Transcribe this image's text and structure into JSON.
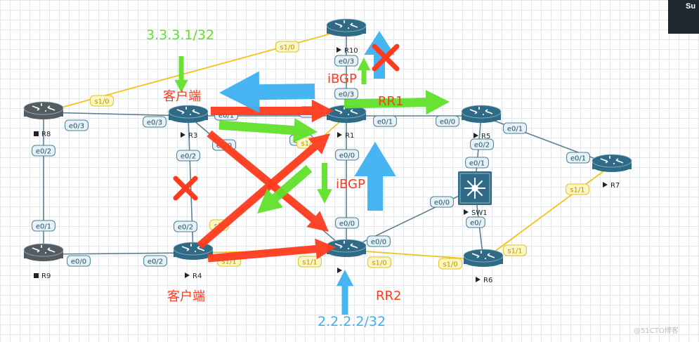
{
  "panel": {
    "text": "Su"
  },
  "watermark": {
    "text": "@51CTO博客"
  },
  "colors": {
    "link": "#5f7f8f",
    "serial_link": "#f2c318",
    "router_body": "#2f6b86",
    "router_body_gray": "#555c61",
    "red": "#ff3b1d",
    "green": "#5fe02a",
    "blue": "#3eb1f2",
    "port_fill": "#e6f2f7",
    "port_stroke": "#4a7d93",
    "serial_port_fill": "#fbf6c8",
    "serial_port_stroke": "#e5c21b"
  },
  "nodes": [
    {
      "id": "R10",
      "label": "R10",
      "icon": "router-icon",
      "state": "running"
    },
    {
      "id": "R1",
      "label": "R1",
      "icon": "router-icon",
      "state": "running"
    },
    {
      "id": "R5",
      "label": "R5",
      "icon": "router-icon",
      "state": "running"
    },
    {
      "id": "R7",
      "label": "R7",
      "icon": "router-icon",
      "state": "running"
    },
    {
      "id": "R8",
      "label": "R8",
      "icon": "router-icon",
      "state": "stopped"
    },
    {
      "id": "R3",
      "label": "R3",
      "icon": "router-icon",
      "state": "running"
    },
    {
      "id": "R4",
      "label": "R4",
      "icon": "router-icon",
      "state": "running"
    },
    {
      "id": "R9",
      "label": "R9",
      "icon": "router-icon",
      "state": "stopped"
    },
    {
      "id": "SW1",
      "label": "SW1",
      "icon": "switch-icon",
      "state": "running"
    },
    {
      "id": "R6",
      "label": "R6",
      "icon": "router-icon",
      "state": "running"
    },
    {
      "id": "R2",
      "label": "",
      "icon": "router-icon",
      "state": "running"
    }
  ],
  "links": [
    {
      "a": "R8",
      "b": "R10",
      "type": "serial"
    },
    {
      "a": "R8",
      "b": "R3",
      "type": "ethernet"
    },
    {
      "a": "R8",
      "b": "R9",
      "type": "ethernet"
    },
    {
      "a": "R9",
      "b": "R4",
      "type": "ethernet"
    },
    {
      "a": "R3",
      "b": "R1",
      "type": "ethernet"
    },
    {
      "a": "R3",
      "b": "R4",
      "type": "ethernet"
    },
    {
      "a": "R3",
      "b": "R2",
      "type": "ethernet"
    },
    {
      "a": "R4",
      "b": "R1",
      "type": "serial"
    },
    {
      "a": "R4",
      "b": "R2",
      "type": "serial"
    },
    {
      "a": "R10",
      "b": "R1",
      "type": "ethernet"
    },
    {
      "a": "R1",
      "b": "R5",
      "type": "ethernet"
    },
    {
      "a": "R1",
      "b": "R2",
      "type": "ethernet"
    },
    {
      "a": "R5",
      "b": "R7",
      "type": "ethernet"
    },
    {
      "a": "R5",
      "b": "SW1",
      "type": "ethernet"
    },
    {
      "a": "SW1",
      "b": "R2",
      "type": "ethernet"
    },
    {
      "a": "SW1",
      "b": "R6",
      "type": "ethernet"
    },
    {
      "a": "R2",
      "b": "R6",
      "type": "serial"
    },
    {
      "a": "R6",
      "b": "R7",
      "type": "serial"
    }
  ],
  "port_labels": [
    {
      "text": "s1/0",
      "type": "serial"
    },
    {
      "text": "s1/0",
      "type": "serial"
    },
    {
      "text": "e0/3",
      "type": "ethernet"
    },
    {
      "text": "e0/3",
      "type": "ethernet"
    },
    {
      "text": "e0/1",
      "type": "ethernet"
    },
    {
      "text": "e0/1",
      "type": "ethernet"
    },
    {
      "text": "e0/0",
      "type": "ethernet"
    },
    {
      "text": "e0/0",
      "type": "ethernet"
    },
    {
      "text": "e0/3",
      "type": "ethernet"
    },
    {
      "text": "e0/3",
      "type": "ethernet"
    },
    {
      "text": "e0/1",
      "type": "ethernet"
    },
    {
      "text": "e0/0",
      "type": "ethernet"
    },
    {
      "text": "e0/0",
      "type": "ethernet"
    },
    {
      "text": "e0/2",
      "type": "ethernet"
    },
    {
      "text": "e0/2",
      "type": "ethernet"
    },
    {
      "text": "e0/2",
      "type": "ethernet"
    },
    {
      "text": "e0/1",
      "type": "ethernet"
    },
    {
      "text": "e0/1",
      "type": "ethernet"
    },
    {
      "text": "e0/1",
      "type": "ethernet"
    },
    {
      "text": "e0/0",
      "type": "ethernet"
    },
    {
      "text": "e0/0",
      "type": "ethernet"
    },
    {
      "text": "e0/2",
      "type": "ethernet"
    },
    {
      "text": "e0/2",
      "type": "ethernet"
    },
    {
      "text": "e0/1",
      "type": "ethernet"
    },
    {
      "text": "e0/0",
      "type": "ethernet"
    },
    {
      "text": "e0/0",
      "type": "ethernet"
    },
    {
      "text": "s1/",
      "type": "serial"
    },
    {
      "text": "s1/",
      "type": "serial"
    },
    {
      "text": "s1/1",
      "type": "serial"
    },
    {
      "text": "s1/1",
      "type": "serial"
    },
    {
      "text": "s1/0",
      "type": "serial"
    },
    {
      "text": "s1/0",
      "type": "serial"
    },
    {
      "text": "s1/1",
      "type": "serial"
    },
    {
      "text": "s1/1",
      "type": "serial"
    },
    {
      "text": "e0/",
      "type": "ethernet"
    }
  ],
  "annotations": [
    {
      "text": "3.3.3.1/32",
      "color": "green"
    },
    {
      "text": "客户端",
      "color": "red"
    },
    {
      "text": "iBGP",
      "color": "red"
    },
    {
      "text": "RR1",
      "color": "red"
    },
    {
      "text": "iBGP",
      "color": "red"
    },
    {
      "text": "客户端",
      "color": "red"
    },
    {
      "text": "RR2",
      "color": "red"
    },
    {
      "text": "2.2.2.2/32",
      "color": "blue"
    }
  ],
  "arrows": [
    {
      "color": "red"
    },
    {
      "color": "red"
    },
    {
      "color": "red"
    },
    {
      "color": "red"
    },
    {
      "color": "red"
    },
    {
      "color": "green"
    },
    {
      "color": "green"
    },
    {
      "color": "green"
    },
    {
      "color": "green"
    },
    {
      "color": "green"
    },
    {
      "color": "green"
    },
    {
      "color": "blue"
    },
    {
      "color": "blue"
    },
    {
      "color": "blue"
    },
    {
      "color": "blue"
    }
  ],
  "crosses": [
    {
      "near": "R10",
      "color": "red"
    },
    {
      "near": "R3-R4",
      "color": "red"
    }
  ]
}
